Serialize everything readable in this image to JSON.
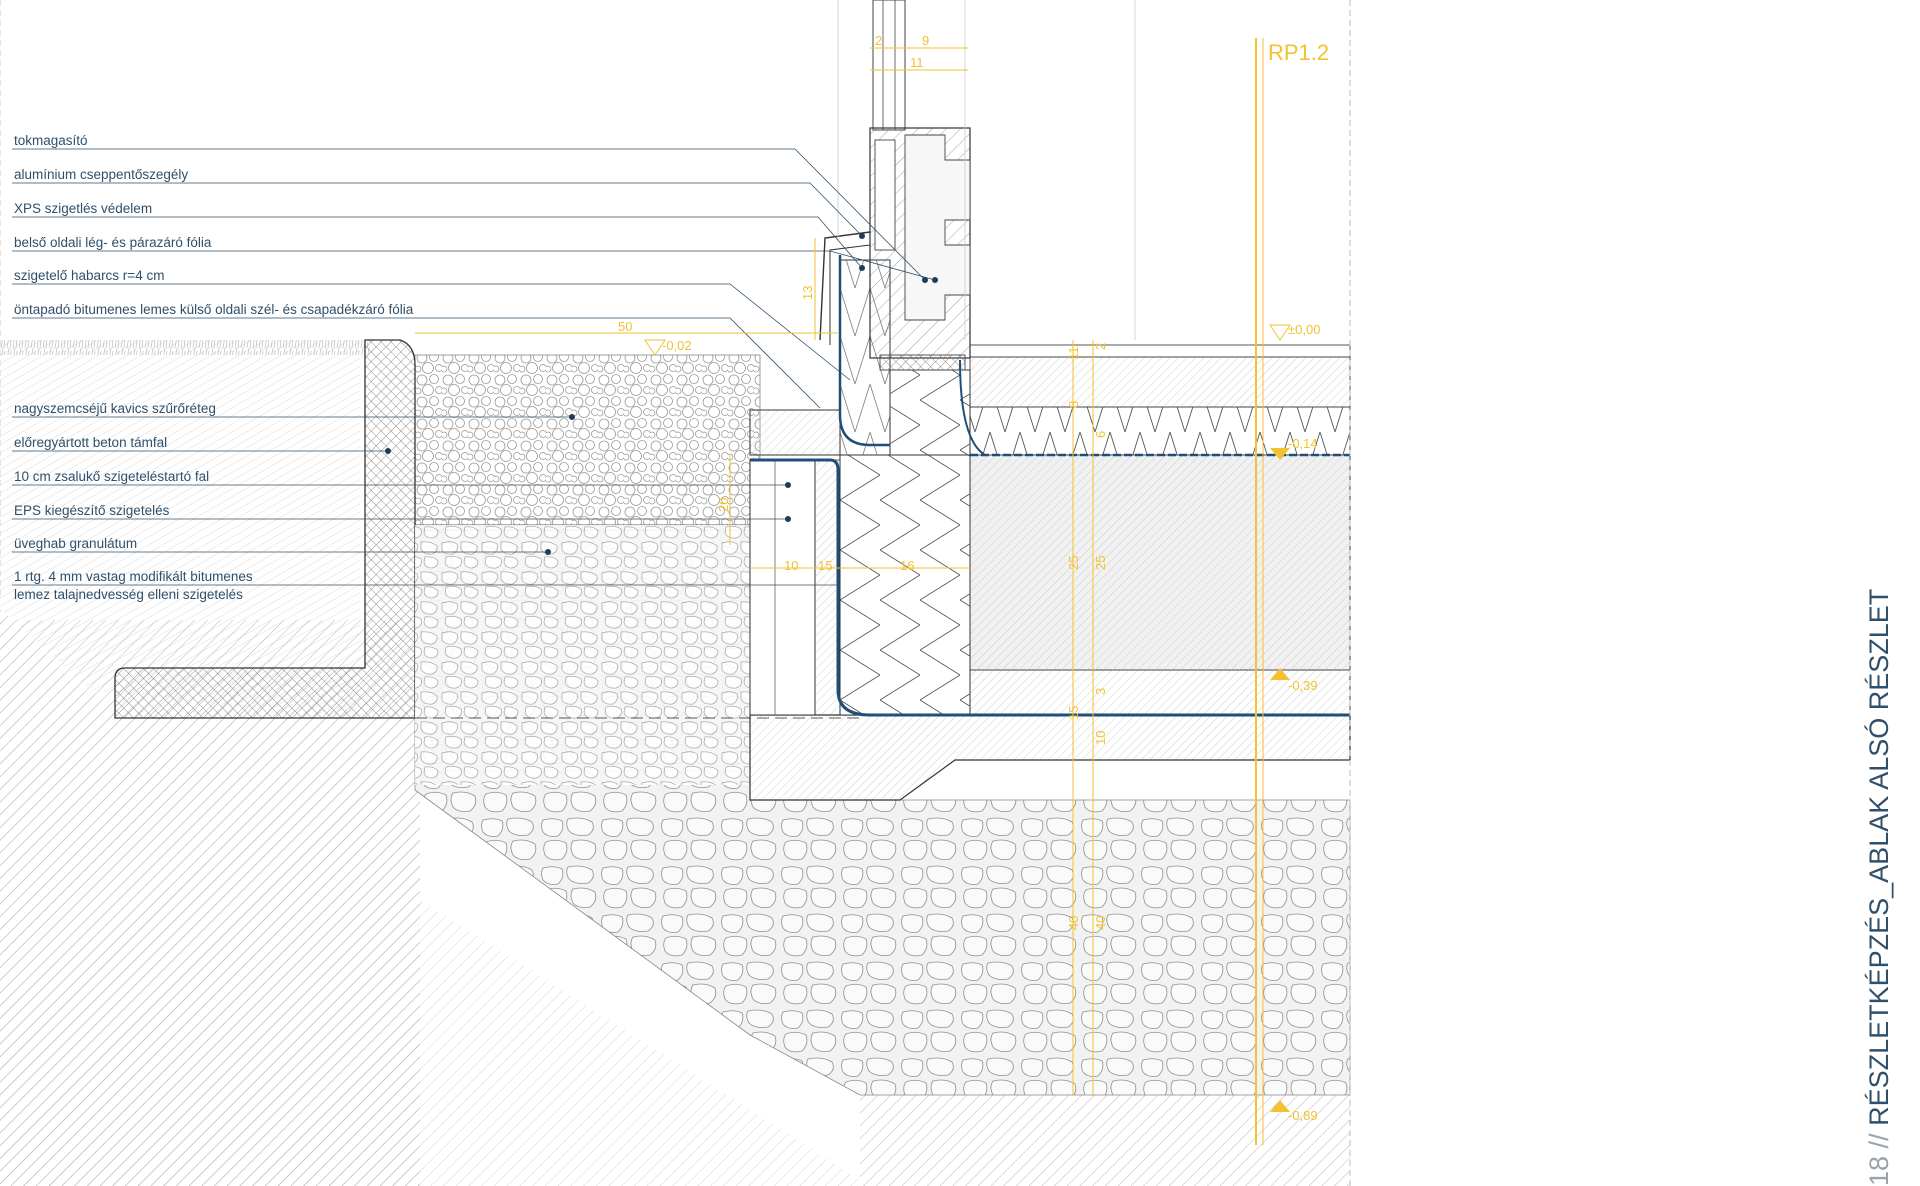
{
  "labels": [
    "tokmagasító",
    "alumínium cseppentőszegély",
    "XPS szigetlés védelem",
    "belső oldali lég- és párazáró fólia",
    "szigetelő habarcs r=4 cm",
    "öntapadó bitumenes lemes külső oldali szél- és csapadékzáró fólia",
    "nagyszemcséjű kavics szűrőréteg",
    "előregyártott beton támfal",
    "10 cm zsalukő szigeteléstartó fal",
    "EPS kiegészítő szigetelés",
    "üveghab granulátum",
    "1 rtg. 4 mm vastag modifikált bitumenes",
    "lemez talajnedvesség elleni szigetelés"
  ],
  "dimensions": {
    "top_2": "2",
    "top_9": "9",
    "top_11": "11",
    "d50": "50",
    "d13": "13",
    "d10": "10",
    "d16": "16",
    "d15": "15",
    "d20": "20",
    "d25a": "25",
    "d25b": "25",
    "d6": "6",
    "d2": "2",
    "d8": "8",
    "d11": "11",
    "d15b": "15",
    "d3": "3",
    "d40a": "40",
    "d40b": "40",
    "d10b": "10"
  },
  "levels": {
    "l000": "±0,00",
    "l002": "-0,02",
    "l014": "-0,14",
    "l039": "-0,39",
    "l089": "-0,89"
  },
  "section_ref": "RP1.2",
  "sheet": {
    "number": "18",
    "separator": "//",
    "title": "RÉSZLETKÉPZÉS_ABLAK ALSÓ RÉSZLET"
  },
  "colors": {
    "label_text": "#2f4f6a",
    "dimension": "#f2c230",
    "membrane": "#1f4e79",
    "linework": "#444444"
  }
}
